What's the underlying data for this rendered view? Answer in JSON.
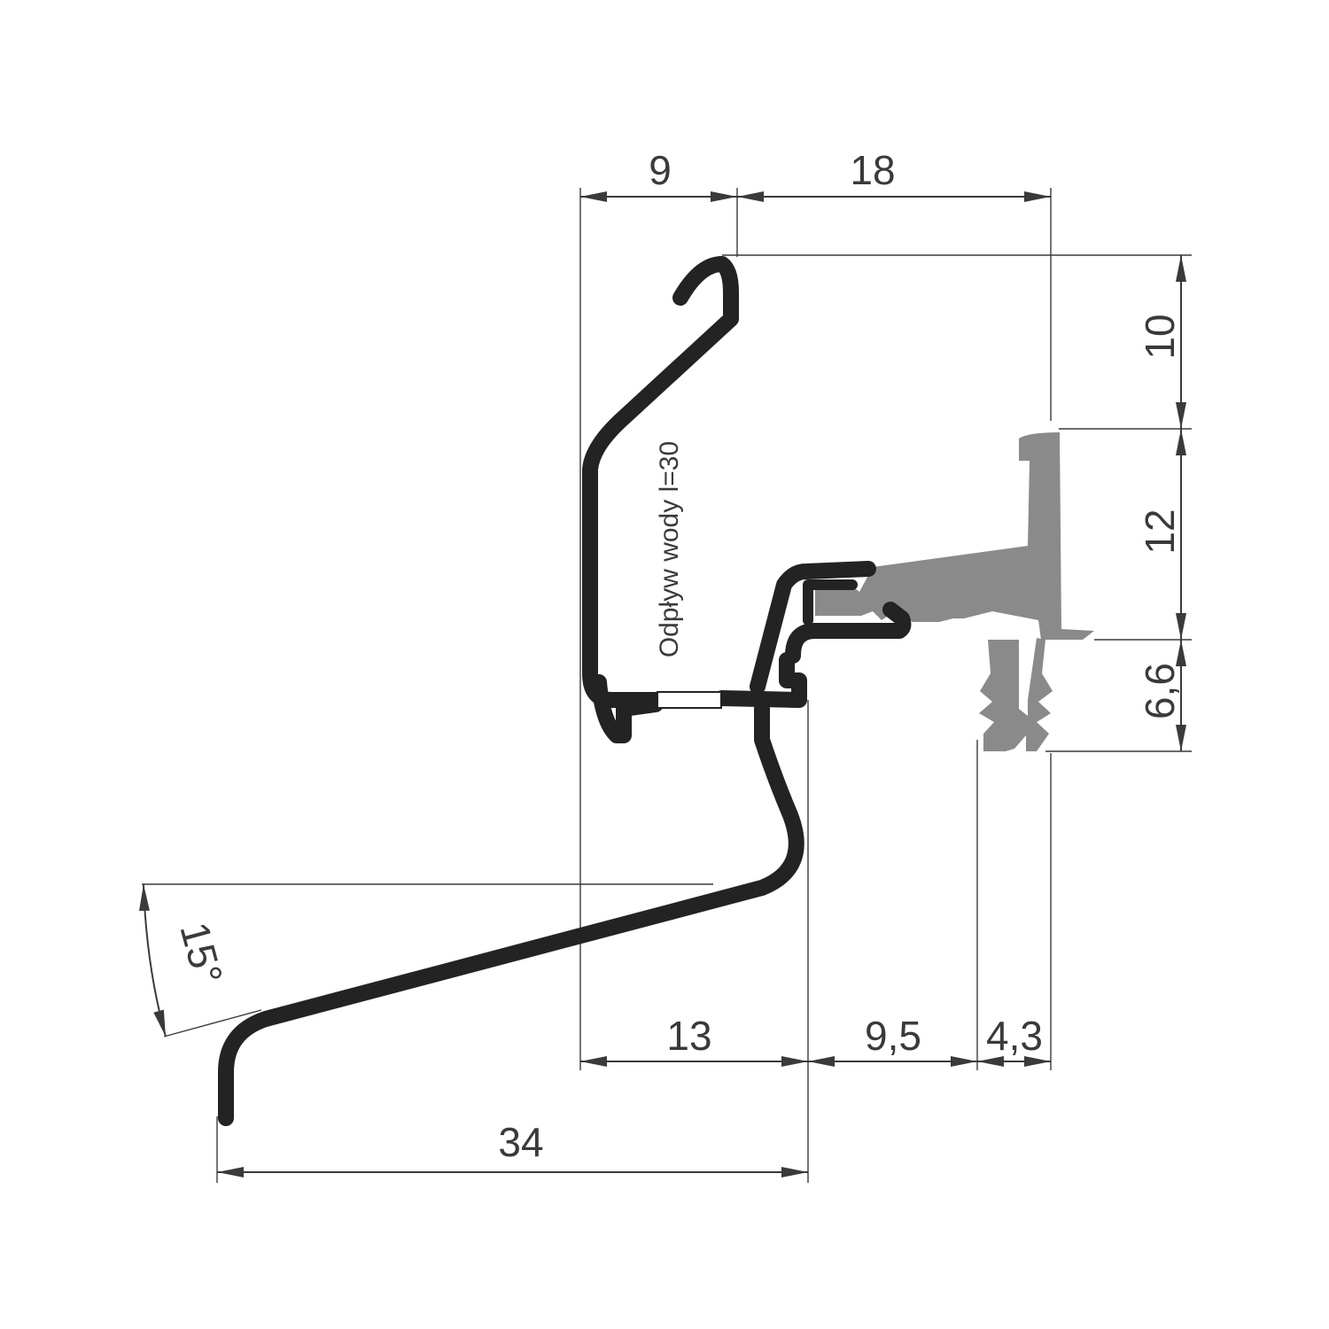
{
  "colors": {
    "profile_dark": "#232323",
    "profile_grey": "#8a8a8a",
    "dimension": "#3a3a3a",
    "background": "#ffffff"
  },
  "dimensions": {
    "top_left_width": "9",
    "top_right_width": "18",
    "right_upper_height": "10",
    "right_middle_height": "12",
    "right_lower_height": "6,6",
    "bottom_left_width": "13",
    "bottom_middle_width": "9,5",
    "bottom_right_width": "4,3",
    "overall_width": "34",
    "slope_angle": "15°"
  },
  "annotations": {
    "drainage_note": "Odpływ wody l=30"
  }
}
